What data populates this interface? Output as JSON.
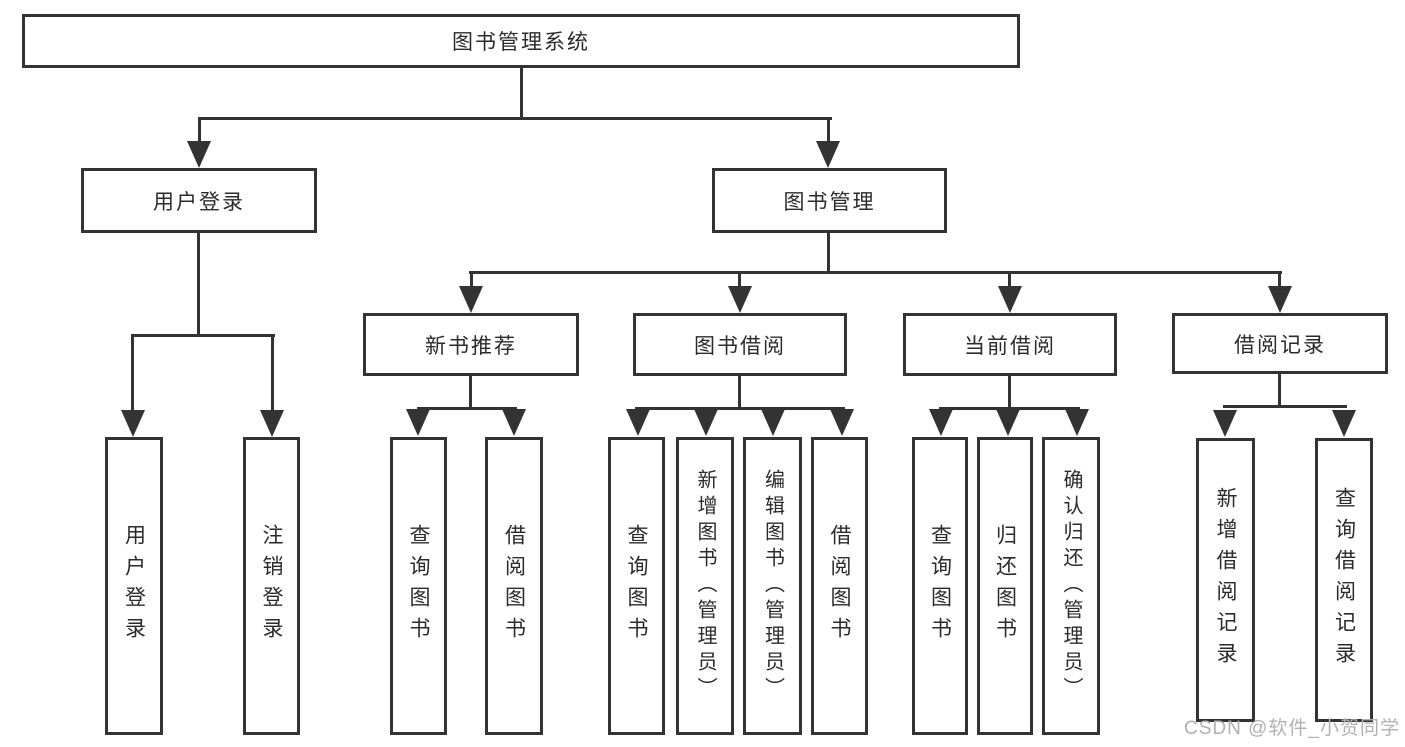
{
  "nodes": {
    "root": "图书管理系统",
    "user_login": "用户登录",
    "book_management": "图书管理",
    "new_book_recommend": "新书推荐",
    "book_borrow": "图书借阅",
    "current_borrow": "当前借阅",
    "borrow_records": "借阅记录"
  },
  "leaves": {
    "user_login": [
      "用户登录",
      "注销登录"
    ],
    "new_book_recommend": [
      "查询图书",
      "借阅图书"
    ],
    "book_borrow": [
      "查询图书",
      "新增图书（管理员）",
      "编辑图书（管理员）",
      "借阅图书"
    ],
    "current_borrow": [
      "查询图书",
      "归还图书",
      "确认归还（管理员）"
    ],
    "borrow_records": [
      "新增借阅记录",
      "查询借阅记录"
    ]
  },
  "watermark": "CSDN @软件_小贺同学",
  "colors": {
    "line": "#333333",
    "text": "#2b2b2b",
    "watermark": "#b0b0b0",
    "background": "#ffffff"
  }
}
